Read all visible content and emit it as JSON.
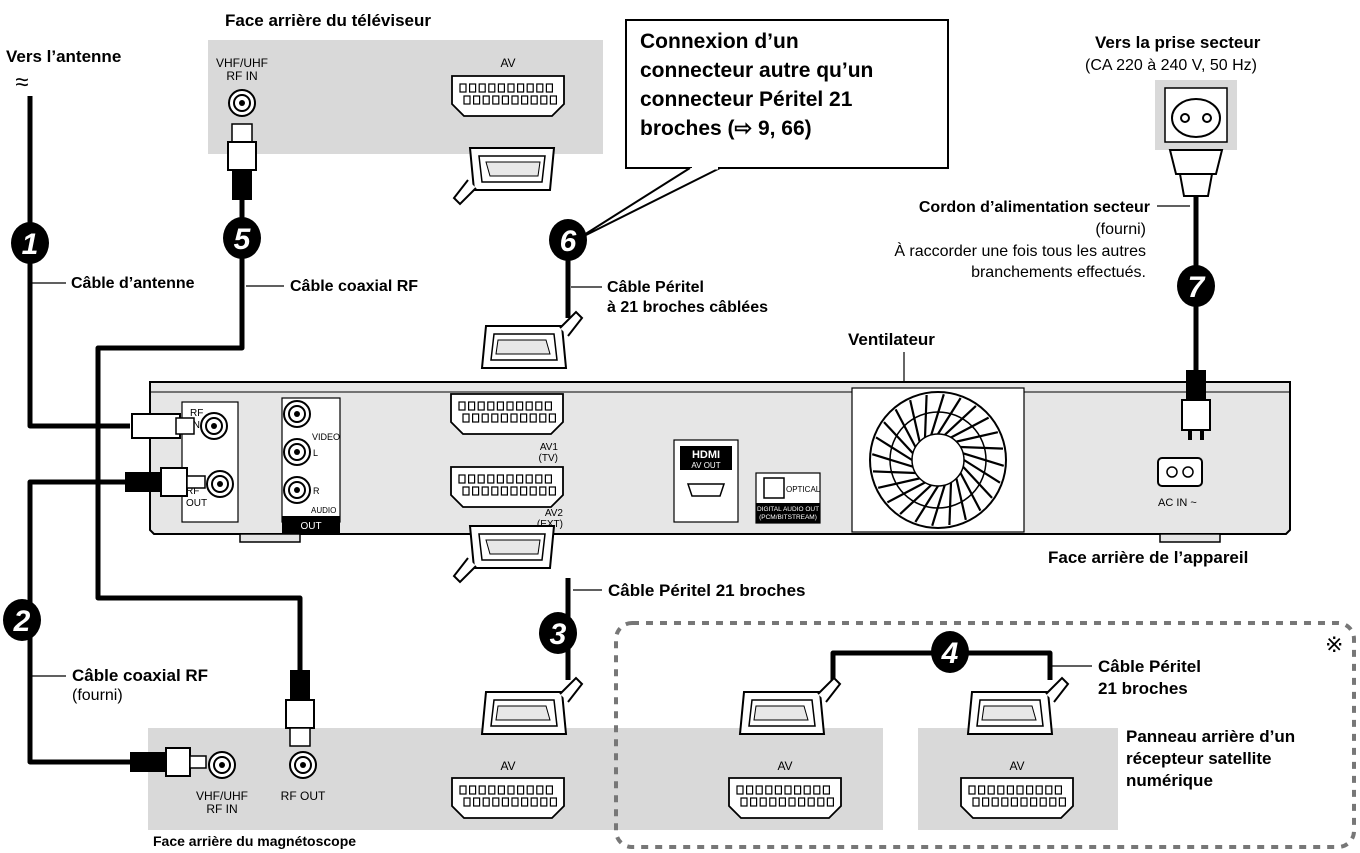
{
  "labels": {
    "tv_rear": "Face arrière du téléviseur",
    "antenna": "Vers l’antenne",
    "antenna_symbol": "≈",
    "tv_rf_in_1": "VHF/UHF",
    "tv_rf_in_2": "RF IN",
    "tv_av": "AV",
    "callout_1": "Connexion d’un",
    "callout_2": "connecteur autre qu’un",
    "callout_3": "connecteur Péritel 21",
    "callout_4": "broches (⇨ 9, 66)",
    "mains": "Vers la prise secteur",
    "mains_spec": "(CA 220 à 240 V, 50 Hz)",
    "power_cord": "Cordon d’alimentation secteur",
    "power_cord_supplied": "(fourni)",
    "power_note_1": "À raccorder une fois tous les autres",
    "power_note_2": "branchements effectués.",
    "antenna_cable": "Câble d’antenne",
    "rf_cable": "Câble coaxial RF",
    "scart_wired_1": "Câble Péritel",
    "scart_wired_2": "à 21 broches câblées",
    "fan": "Ventilateur",
    "unit_rear": "Face arrière de l’appareil",
    "scart_cable": "Câble Péritel 21 broches",
    "rf_cable_supplied": "Câble coaxial RF",
    "supplied": "(fourni)",
    "scart_sat_1": "Câble Péritel",
    "scart_sat_2": "21 broches",
    "sat_panel_1": "Panneau arrière d’un",
    "sat_panel_2": "récepteur satellite",
    "sat_panel_3": "numérique",
    "vcr_rear": "Face arrière du magnétoscope",
    "vcr_rf_in_1": "VHF/UHF",
    "vcr_rf_in_2": "RF IN",
    "vcr_rf_out": "RF OUT",
    "vcr_av": "AV",
    "sat_av_mid": "AV",
    "sat_av_right": "AV",
    "note_mark": "※"
  },
  "panel": {
    "rf_in_1": "RF",
    "rf_in_2": "IN",
    "rf_out_1": "RF",
    "rf_out_2": "OUT",
    "video": "VIDEO",
    "l": "L",
    "r": "R",
    "audio": "AUDIO",
    "out": "OUT",
    "av1_1": "AV1",
    "av1_2": "(TV)",
    "av2_1": "AV2",
    "av2_2": "(EXT)",
    "hdmi": "HDMI",
    "av_out": "AV OUT",
    "optical": "OPTICAL",
    "digital_audio_out_1": "DIGITAL AUDIO OUT",
    "digital_audio_out_2": "(PCM/BITSTREAM)",
    "ac_in": "AC IN ~"
  },
  "steps": [
    "1",
    "2",
    "3",
    "4",
    "5",
    "6",
    "7"
  ],
  "colors": {
    "panel_gray": "#d9d9d9",
    "unit_gray": "#e6e6e6",
    "line": "#000000"
  }
}
